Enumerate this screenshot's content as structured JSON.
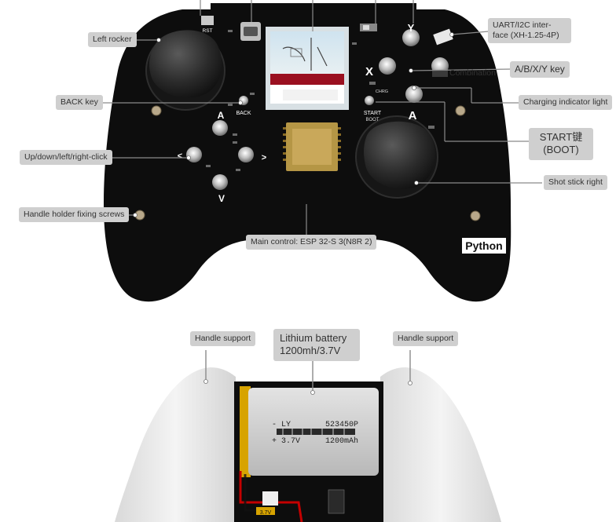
{
  "colors": {
    "board": "#0d0d0d",
    "callout_bg": "#cfcfcf",
    "callout_text": "#333333",
    "leader_line": "#8a8a8a",
    "screen_frame": "#d8e0e4",
    "screen_red": "#9a1020",
    "battery_wrap": "#c9c9c9",
    "battery_tape": "#d7a300",
    "support_white": "#eeeeee"
  },
  "labels": {
    "left_rocker": "Left rocker",
    "back_key": "BACK key",
    "dpad": "Up/down/left/right-click",
    "holder_screw": "Handle holder fixing screws",
    "main_control": "Main control: ESP 32-S 3(N8R 2)",
    "uart": "UART/I2C inter-face (XH-1.25-4P)",
    "combination": "Combination",
    "abxy": "A/B/X/Y key",
    "charging": "Charging indicator light",
    "start": "START键 (BOOT)",
    "right_stick": "Shot stick right",
    "handle_support_left": "Handle support",
    "battery": "Lithium battery 1200mh/3.7V",
    "handle_support_right": "Handle support"
  },
  "board_text": {
    "rst": "RST",
    "back": "BACK",
    "start": "START",
    "boot": "BOOT",
    "x": "X",
    "y": "Y",
    "a_btn": "A",
    "a_dpad": "A",
    "v_dpad": "V",
    "lt": "<",
    "gt": ">",
    "python": "Python",
    "chg": "CHRG"
  },
  "battery_text": {
    "brand": "- LY",
    "model": "523450P",
    "voltage": "+ 3.7V",
    "capacity": "1200mAh",
    "connector": "3.7V"
  }
}
